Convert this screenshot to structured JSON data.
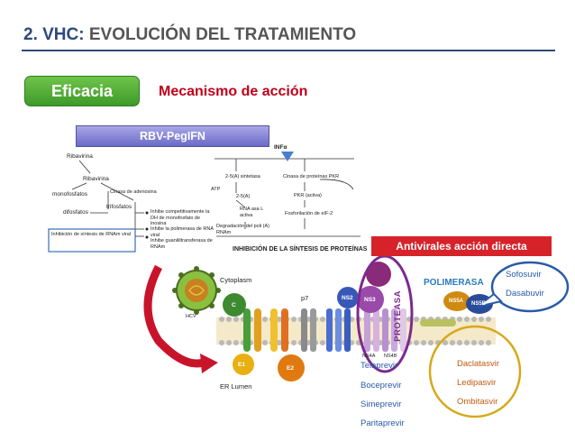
{
  "title": {
    "number": "2. VHC:",
    "text": "EVOLUCIÓN DEL TRATAMIENTO"
  },
  "eficacia_label": "Eficacia",
  "mecanismo_label": "Mecanismo de acción",
  "rbv_label": "RBV-PegIFN",
  "diagram_left": {
    "ribavirina_1": "Ribavirina",
    "ribavirina_2": "Ribavirina",
    "monofosfatos": "monofosfatos",
    "cinasa": "Cinasa de adenosina",
    "difosfatos": "difosfatos",
    "trifosfatos": "trifosfatos",
    "inhibicion": "Inhibición de síntesis de RNAm viral",
    "bullets": [
      "Inhibe competitivamente la DH de monofosfato de inosina",
      "Inhibe la polimerasa de RNA viral",
      "Inhibe guanililtransferasa de RNAm"
    ]
  },
  "diagram_right": {
    "infa": "INFα",
    "synthetase": "2-5(A) sintetasa",
    "cinasa_pkr": "Cinasa de proteínas PKR",
    "atp": "ATP",
    "a25": "2-5(A)",
    "pkr_activa": "PKR (activa)",
    "rnasa": "RNA asa L activa",
    "fosforilacion": "Fosforilación de eIF-2",
    "degradacion": "Degradación del poli (A) RNAm",
    "inhibicion": "INHIBICIÓN DE LA SÍNTESIS DE PROTEÍNAS"
  },
  "antivirales_label": "Antivirales acción directa",
  "membrane": {
    "cytoplasm": "Cytoplasm",
    "er_lumen": "ER Lumen",
    "p7": "p7",
    "hcv": "HCV",
    "proteins": [
      "C",
      "E1",
      "E2",
      "NS2",
      "NS3",
      "NS4A",
      "NS4B",
      "NS5A",
      "NS5B"
    ]
  },
  "proteasa_label": "PROTEASA",
  "polimerasa_label": "POLIMERASA",
  "proteasa_drugs": [
    "Telaprevir",
    "Boceprevir",
    "Simeprevir",
    "Paritaprevir"
  ],
  "ns5a_drugs": [
    "Daclatasvir",
    "Ledipasvir",
    "Ombitasvir"
  ],
  "polimerasa_drugs": [
    "Sofosuvir",
    "Dasabuvir"
  ],
  "colors": {
    "title_blue": "#2d4a78",
    "eficacia_green": "#4aa832",
    "mecanismo_red": "#c0001a",
    "rbv_purple": "#8584d6",
    "antivirales_red": "#d6232a",
    "proteasa_purple": "#7b2a8f",
    "ns5a_gold": "#d6a91a",
    "polimerasa_blue": "#2a5aa8"
  }
}
